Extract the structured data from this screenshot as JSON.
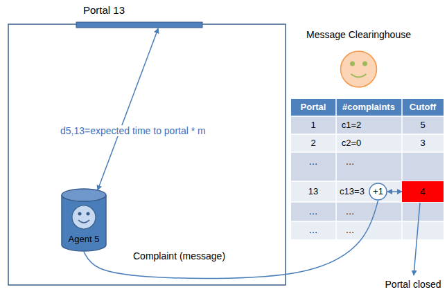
{
  "diagram": {
    "nodes": [
      {
        "text": [
          "Portal 13"
        ]
      },
      {
        "text": [
          "Agent 5"
        ]
      },
      {
        "text": [
          "Message Clearinghouse"
        ]
      },
      {
        "text": [
          "+1"
        ]
      },
      {
        "text": [
          "4"
        ]
      }
    ],
    "edges": [
      {
        "from": 1,
        "to": 0,
        "arrow": "both",
        "label": "d5,13=expected time to portal * m"
      },
      {
        "from": 1,
        "to": 3,
        "arrow": "none",
        "label": "Complaint (message)"
      },
      {
        "from": 3,
        "to": 4,
        "arrow": "both"
      }
    ],
    "labels": [
      "Portal",
      "#complaints",
      "Cutoff",
      "1",
      "c1=2",
      "5",
      "2",
      "c2=0",
      "3",
      "…",
      "…",
      "13",
      "c13=3",
      "…",
      "…",
      "…",
      "…",
      "Portal closed"
    ]
  }
}
